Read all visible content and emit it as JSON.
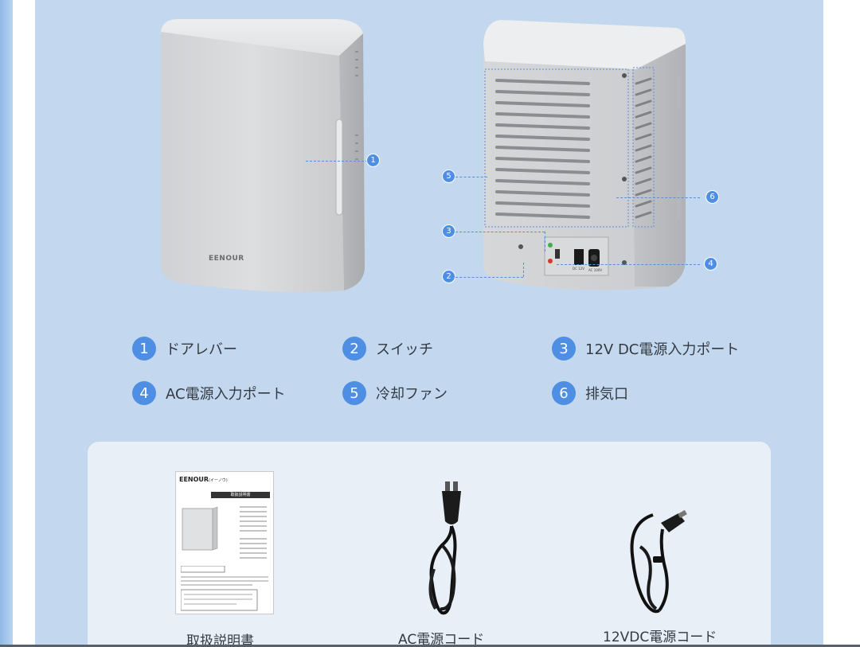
{
  "product_left": {
    "brand": "EENOUR"
  },
  "callouts": [
    "1",
    "2",
    "3",
    "4",
    "5",
    "6"
  ],
  "back_labels": {
    "dc": "DC 12V",
    "ac": "AC 100V"
  },
  "legend": [
    {
      "num": "1",
      "label": "ドアレバー"
    },
    {
      "num": "2",
      "label": "スイッチ"
    },
    {
      "num": "3",
      "label": "12V DC電源入力ポート"
    },
    {
      "num": "4",
      "label": "AC電源入力ポート"
    },
    {
      "num": "5",
      "label": "冷却ファン"
    },
    {
      "num": "6",
      "label": "排気口"
    }
  ],
  "accessories": [
    {
      "label": "取扱説明書",
      "manual_brand": "EENOUR",
      "manual_brand_sub": "(イーノウ)",
      "manual_title": "取扱説明書"
    },
    {
      "label": "AC電源コード"
    },
    {
      "label": "12VDC電源コード"
    }
  ],
  "colors": {
    "panel_bg": "#c3d8ee",
    "accent": "#4e8fe4",
    "card_bg": "#e8eff7"
  }
}
